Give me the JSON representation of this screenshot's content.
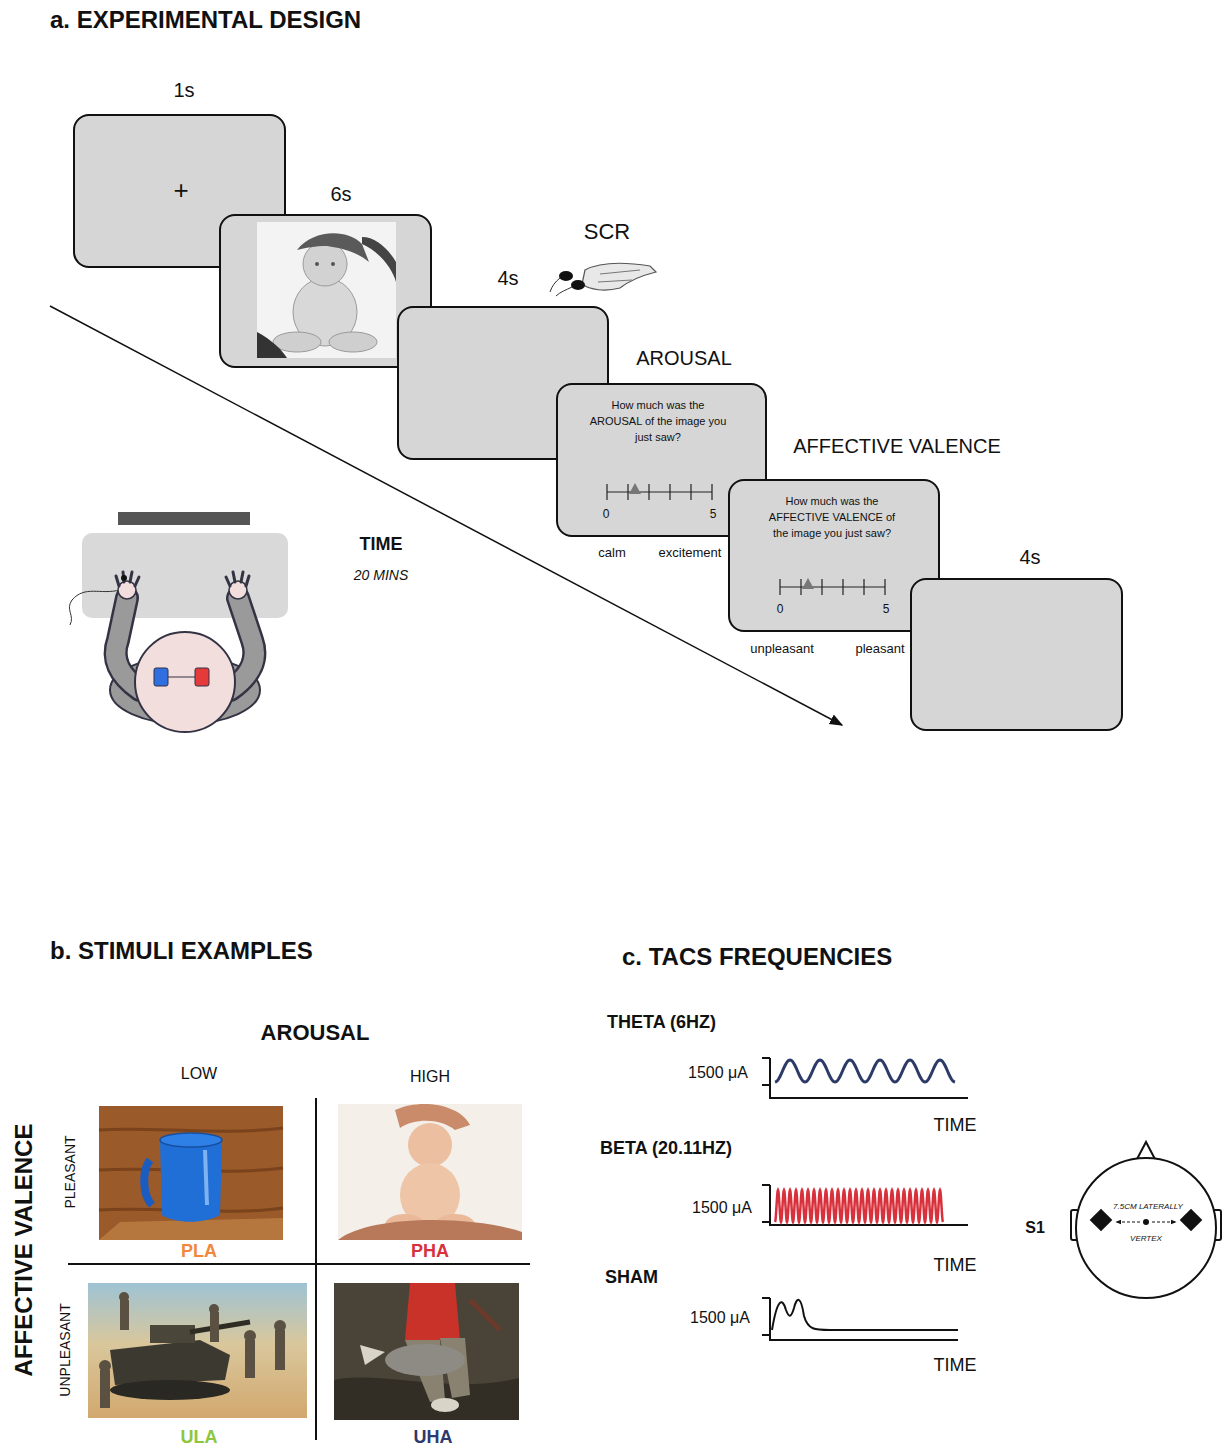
{
  "diagram": {
    "nodes": [
      {
        "text": [
          "1s",
          "+"
        ]
      },
      {
        "text": [
          "6s"
        ]
      },
      {
        "text": [
          "4s"
        ]
      },
      {
        "text": [
          "AROUSAL",
          "How much was the AROUSAL of the image you just saw?",
          "0",
          "5",
          "calm",
          "excitement"
        ]
      },
      {
        "text": [
          "AFFECTIVE VALENCE",
          "How much was the AFFECTIVE VALENCE of the image you just saw?",
          "0",
          "5",
          "unpleasant",
          "pleasant"
        ]
      },
      {
        "text": [
          "4s"
        ]
      }
    ],
    "labels": [
      "a. EXPERIMENTAL DESIGN",
      "SCR",
      "TIME",
      "20 MINS",
      "b. STIMULI EXAMPLES",
      "AROUSAL",
      "LOW",
      "HIGH",
      "AFFECTIVE VALENCE",
      "PLEASANT",
      "UNPLEASANT",
      "PLA",
      "PHA",
      "ULA",
      "UHA",
      "c. TACS FREQUENCIES",
      "THETA (6HZ)",
      "1500 μA",
      "TIME",
      "BETA (20.11HZ)",
      "1500 μA",
      "TIME",
      "SHAM",
      "1500 μA",
      "TIME",
      "S1",
      "7.5CM LATERALLY",
      "VERTEX"
    ]
  }
}
